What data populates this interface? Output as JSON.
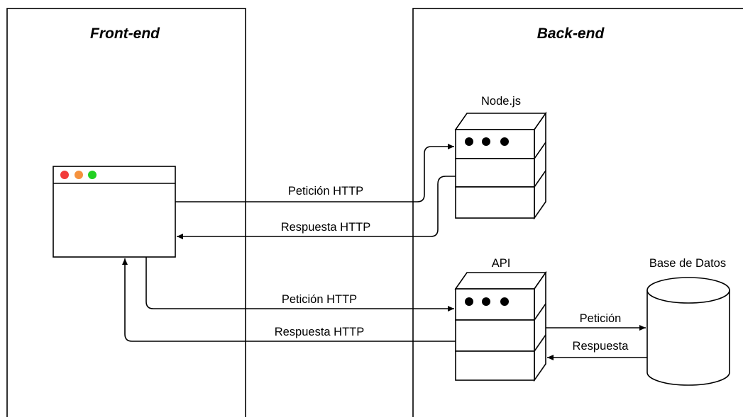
{
  "panels": {
    "frontend": {
      "title": "Front-end"
    },
    "backend": {
      "title": "Back-end"
    }
  },
  "browser": {
    "dot_colors": [
      "#f23b3b",
      "#f5923e",
      "#22d022"
    ]
  },
  "servers": {
    "node": {
      "label": "Node.js"
    },
    "api": {
      "label": "API"
    }
  },
  "database": {
    "label": "Base de Datos"
  },
  "arrows": {
    "node_request": "Petición HTTP",
    "node_response": "Respuesta HTTP",
    "api_request": "Petición HTTP",
    "api_response": "Respuesta HTTP",
    "db_request": "Petición",
    "db_response": "Respuesta"
  },
  "colors": {
    "line": "#000000",
    "background": "#ffffff"
  }
}
